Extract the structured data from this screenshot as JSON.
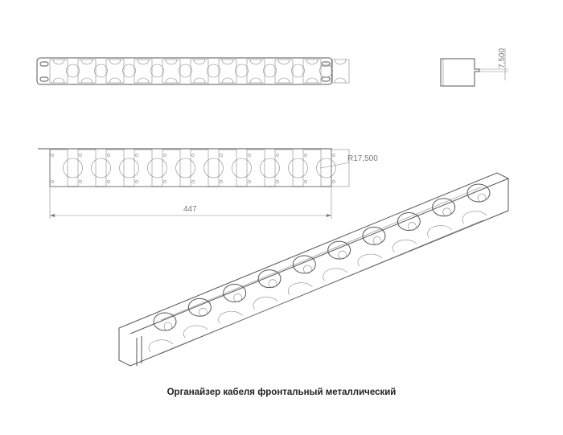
{
  "drawing": {
    "dimension_width": "447",
    "dimension_depth": "7,500",
    "dimension_radius": "R17,500",
    "slot_count": 10
  },
  "caption": "Органайзер кабеля фронтальный металлический"
}
